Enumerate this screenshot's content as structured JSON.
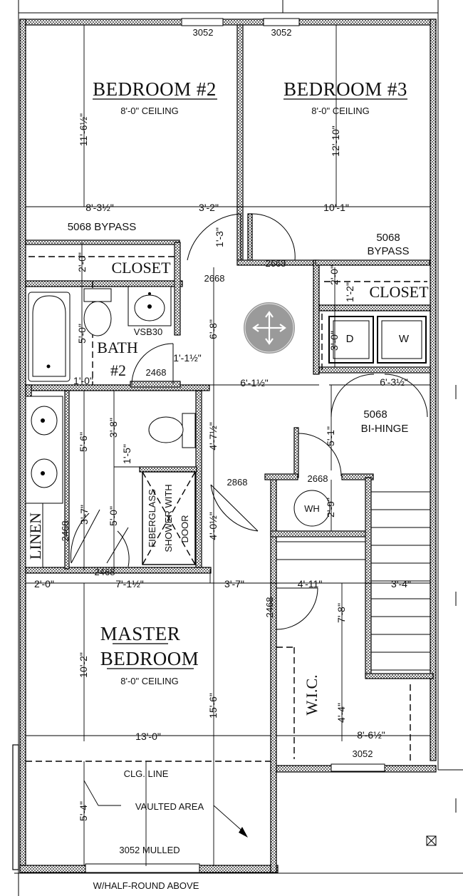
{
  "rooms": {
    "bedroom2": {
      "name": "BEDROOM #2",
      "ceiling": "8'-0\" CEILING"
    },
    "bedroom3": {
      "name": "BEDROOM #3",
      "ceiling": "8'-0\" CEILING"
    },
    "master": {
      "name_line1": "MASTER",
      "name_line2": "BEDROOM",
      "ceiling": "8'-0\" CEILING"
    },
    "bath": {
      "line1": "BATH",
      "line2": "#2"
    },
    "closet_left": "CLOSET",
    "closet_right": "CLOSET",
    "linen": "LINEN",
    "wic": "W.I.C."
  },
  "labels": {
    "window_top_left": "3052",
    "window_top_right": "3052",
    "bypass_left": "5068 BYPASS",
    "bypass_right_1": "5068",
    "bypass_right_2": "BYPASS",
    "door_2668_a": "2668",
    "door_2668_b": "2668",
    "door_2668_c": "2868",
    "door_2668_d": "2668",
    "door_2468_bath": "2468",
    "door_2468_linen": "2468",
    "door_2468_shower": "2468",
    "door_2468_wic": "2468",
    "vanity": "VSB30",
    "dryer": "D",
    "washer": "W",
    "bihinge_1": "5068",
    "bihinge_2": "BI-HINGE",
    "water_heater": "WH",
    "shower_1": "FIBERGLASS",
    "shower_2": "SHOWER WITH",
    "shower_3": "DOOR",
    "window_wic": "3052",
    "clg_line": "CLG. LINE",
    "vaulted": "VAULTED AREA",
    "mulled": "3052 MULLED",
    "half_round": "W/HALF-ROUND ABOVE"
  },
  "dimensions": {
    "bed2_depth": "11'-6½\"",
    "bed3_depth": "12'-10\"",
    "bed2_width": "8'-3½\"",
    "hall_width": "3'-2\"",
    "bed3_width": "10'-1\"",
    "closet_door_h": "1'-3\"",
    "closet_depth_left": "2'-0\"",
    "closet_depth_right": "2'-0\"",
    "closet_right_small": "1'-2\"",
    "bath_depth": "5'-0\"",
    "hall_depth": "6'-8\"",
    "bath_door_small": "1'-1½\"",
    "hall_cross": "6'-1½\"",
    "laundry_depth": "3'-0\"",
    "bihinge_width": "6'-3½\"",
    "bath_small_1": "1'-0\"",
    "master_bath_depth": "5'-6\"",
    "toilet_depth": "3'-8\"",
    "toilet_small": "1'-5\"",
    "hall_lower": "4'-7½\"",
    "bihinge_depth": "5'-1\"",
    "wh_depth": "2'-9\"",
    "linen_w": "3'-7\"",
    "shower_depth": "5'-0\"",
    "hall_low": "4'-0½\"",
    "master_bath_w1": "2'-0\"",
    "master_bath_w2": "7'-1½\"",
    "master_hall": "3'-7\"",
    "wic_width": "4'-11\"",
    "stair_w": "3'-4\"",
    "master_depth": "10'-2\"",
    "master_total": "15'-6\"",
    "wic_depth": "7'-8\"",
    "wic_lower": "4'-4\"",
    "wic_width2": "8'-6½\"",
    "master_width": "13'-0\"",
    "vault_depth": "5'-4\""
  },
  "icons": {
    "move": "move-arrows-icon",
    "box": "box-x-icon"
  },
  "colors": {
    "line": "#000000",
    "move_bg": "#9a9a9a"
  }
}
